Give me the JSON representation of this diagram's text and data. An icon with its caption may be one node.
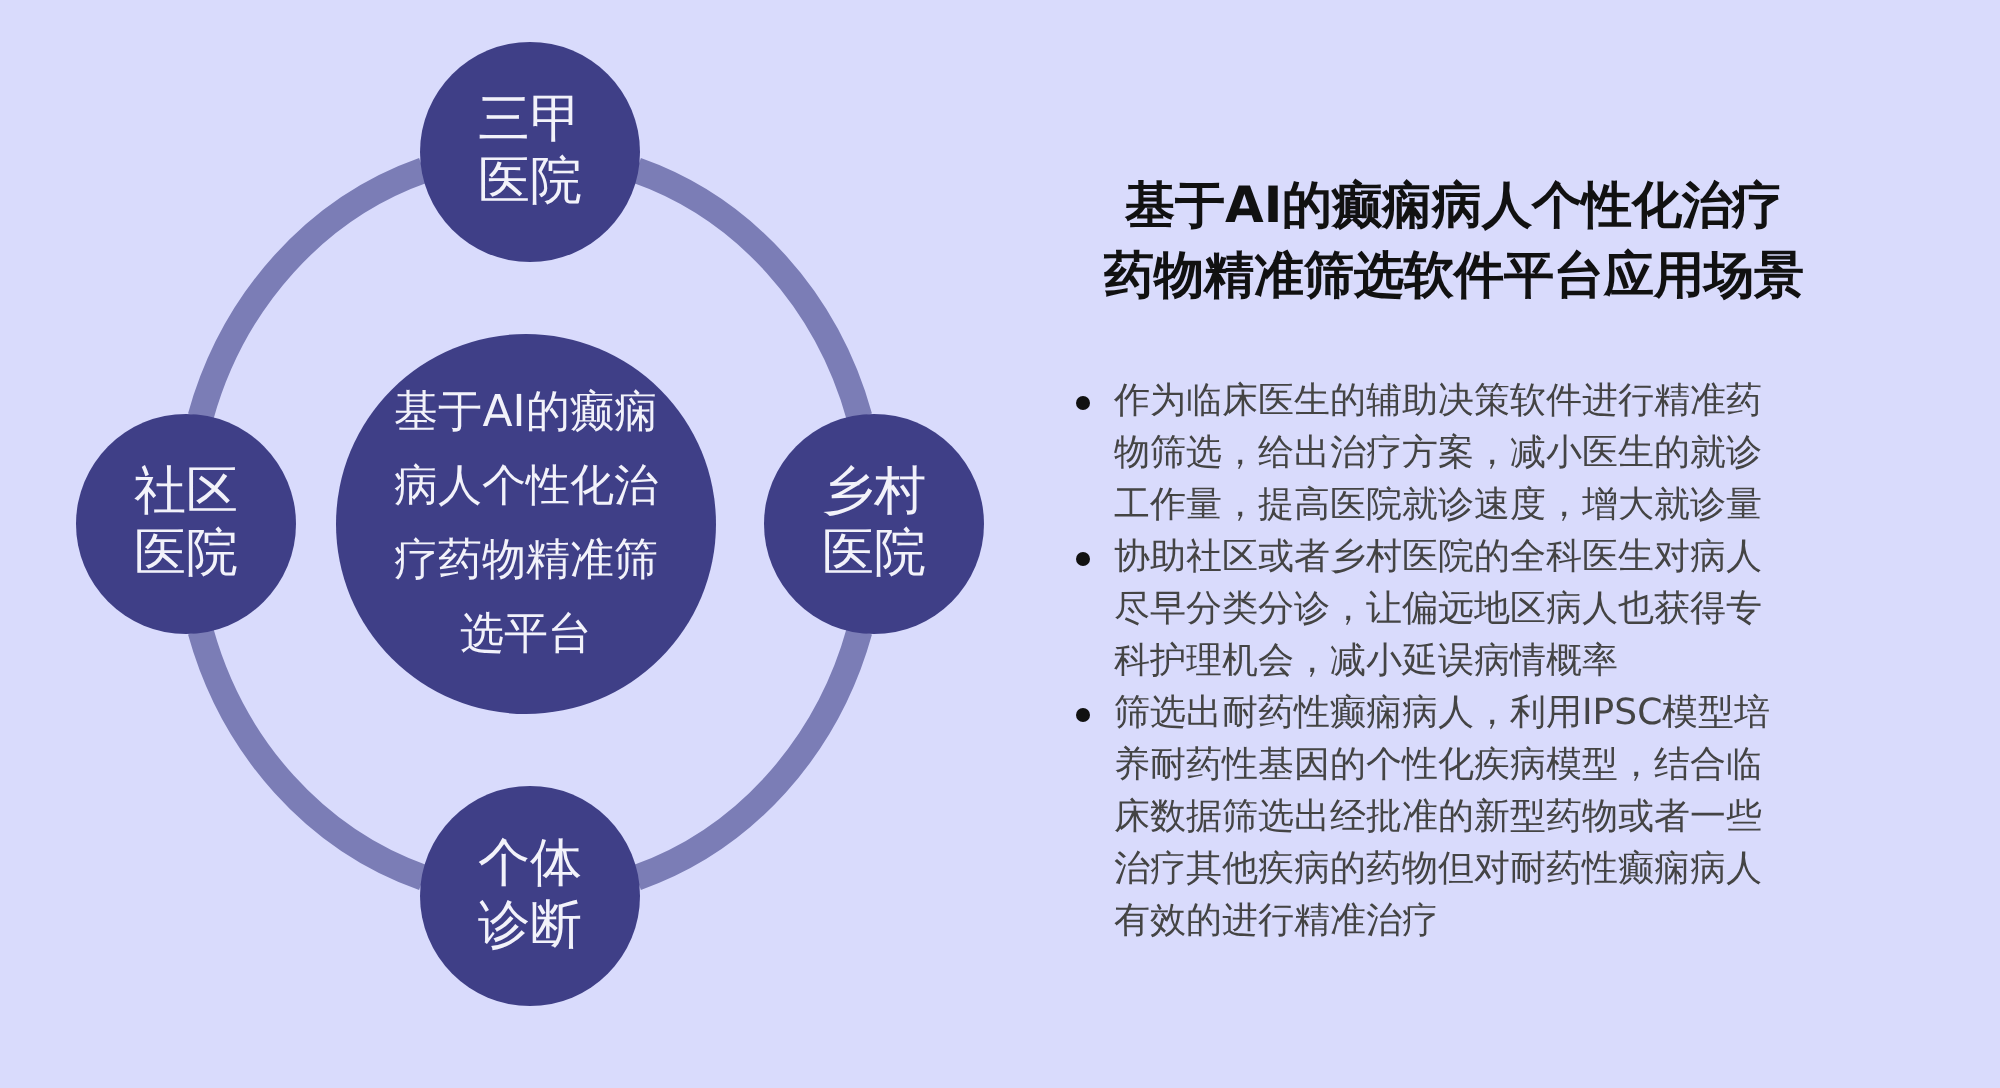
{
  "diagram": {
    "title": "基于AI的癫痫病人个性化治疗药物精准筛选软件平台应用场景",
    "nodes": [
      {
        "text": [
          "三甲医院"
        ]
      },
      {
        "text": [
          "社区医院"
        ]
      },
      {
        "text": [
          "基于AI的癫痫病人个性化治疗药物精准筛选平台"
        ]
      },
      {
        "text": [
          "乡村医院"
        ]
      },
      {
        "text": [
          "个体诊断"
        ]
      }
    ],
    "edges": [
      {
        "from": 0,
        "to": 3,
        "arrow": "none"
      },
      {
        "from": 3,
        "to": 4,
        "arrow": "none"
      },
      {
        "from": 4,
        "to": 1,
        "arrow": "none"
      },
      {
        "from": 1,
        "to": 0,
        "arrow": "none"
      }
    ],
    "labels": [
      "作为临床医生的辅助决策软件进行精准药物筛选，给出治疗方案，减小医生的就诊工作量，提高医院就诊速度，增大就诊量",
      "协助社区或者乡村医院的全科医生对病人尽早分类分诊，让偏远地区病人也获得专科护理机会，减小延误病情概率",
      "筛选出耐药性癫痫病人，利用IPSC模型培养耐药性基因的个性化疾病模型，结合临床数据筛选出经批准的新型药物或者一些治疗其他疾病的药物但对耐药性癫痫病人有效的进行精准治疗"
    ]
  }
}
